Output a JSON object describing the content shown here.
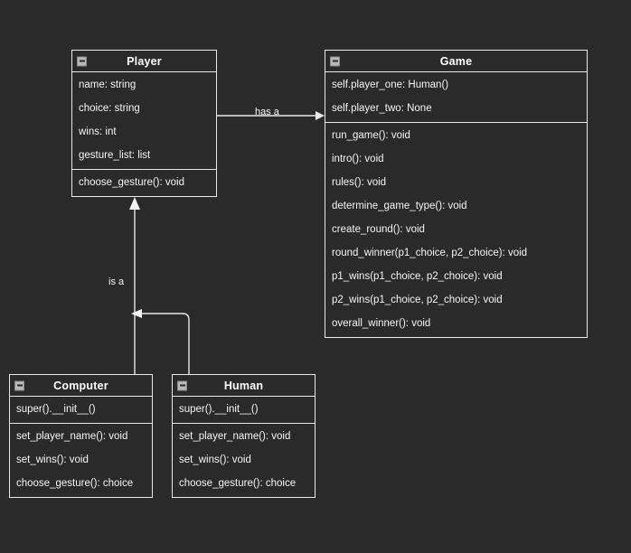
{
  "diagram": {
    "type": "uml-class-diagram",
    "background_color": "#2a2a2a",
    "line_color": "#e8e8e8",
    "text_color": "#f5f5f5",
    "classes": [
      {
        "id": "player",
        "name": "Player",
        "collapse_icon": "minus-box-icon",
        "attributes": [
          "name: string",
          "choice: string",
          "wins: int",
          "gesture_list: list"
        ],
        "methods": [
          "choose_gesture(): void"
        ]
      },
      {
        "id": "game",
        "name": "Game",
        "collapse_icon": "minus-box-icon",
        "attributes": [
          "self.player_one: Human()",
          "self.player_two: None"
        ],
        "methods": [
          "run_game(): void",
          "intro(): void",
          "rules(): void",
          "determine_game_type(): void",
          "create_round(): void",
          "round_winner(p1_choice, p2_choice): void",
          "p1_wins(p1_choice, p2_choice): void",
          "p2_wins(p1_choice, p2_choice): void",
          "overall_winner(): void"
        ]
      },
      {
        "id": "computer",
        "name": "Computer",
        "collapse_icon": "minus-box-icon",
        "attributes": [
          "super().__init__()"
        ],
        "methods": [
          "set_player_name(): void",
          "set_wins(): void",
          "choose_gesture(): choice"
        ]
      },
      {
        "id": "human",
        "name": "Human",
        "collapse_icon": "minus-box-icon",
        "attributes": [
          "super().__init__()"
        ],
        "methods": [
          "set_player_name(): void",
          "set_wins(): void",
          "choose_gesture(): choice"
        ]
      }
    ],
    "relationships": [
      {
        "id": "has-a",
        "label": "has a",
        "from": "Player",
        "to": "Game",
        "arrow": "open-arrow-right"
      },
      {
        "id": "is-a",
        "label": "is a",
        "from": "Computer, Human",
        "to": "Player",
        "arrow": "inheritance-arrow-up"
      }
    ]
  }
}
